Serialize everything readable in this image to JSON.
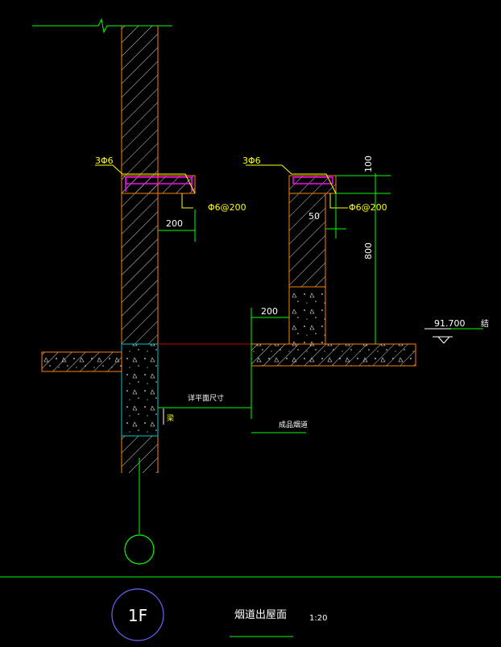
{
  "drawing": {
    "rebar_left": "3Φ6",
    "rebar_right": "3Φ6",
    "stirrup_left": "Φ6@200",
    "stirrup_right": "Φ6@200",
    "dim_200_top": "200",
    "dim_200_mid": "200",
    "dim_50": "50",
    "dim_100": "100",
    "dim_800": "800",
    "elevation": "91.700",
    "elevation_suffix": "结",
    "note_plan": "详平面尺寸",
    "note_beam": "梁",
    "note_flue": "成品烟道",
    "axis_label": "1F",
    "title": "烟道出屋面",
    "scale": "1:20"
  },
  "colors": {
    "wall_outline": "#ff8000",
    "hatch": "#d0d0d0",
    "leader": "#ffff00",
    "rebar": "#ff00ff",
    "grid": "#00ff00",
    "dimension": "#00ff00",
    "text": "#ffffff",
    "beam_outline": "#00c8c8",
    "bubble": "#6666ff"
  }
}
